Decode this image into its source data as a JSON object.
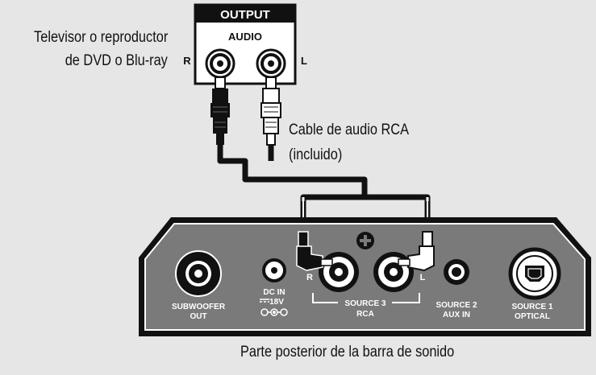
{
  "source_device": {
    "label_line1": "Televisor o reproductor",
    "label_line2": "de DVD o Blu-ray",
    "panel_header": "OUTPUT",
    "panel_sub": "AUDIO",
    "left_channel": "L",
    "right_channel": "R"
  },
  "cable": {
    "label_line1": "Cable de audio RCA",
    "label_line2": "(incluido)"
  },
  "soundbar": {
    "caption": "Parte posterior de la barra de sonido",
    "ports": {
      "subwoofer_line1": "SUBWOOFER",
      "subwoofer_line2": "OUT",
      "dcin_line1": "DC IN",
      "dcin_line2": "18V",
      "source3_line1": "SOURCE 3",
      "source3_line2": "RCA",
      "source3_r": "R",
      "source3_l": "L",
      "source2_line1": "SOURCE 2",
      "source2_line2": "AUX IN",
      "source1_line1": "SOURCE 1",
      "source1_line2": "OPTICAL"
    }
  },
  "colors": {
    "background": "#e6e6e6",
    "panel_fill": "#7a7a7a",
    "outline": "#111111",
    "cable": "#111111",
    "white_plug": "#ffffff"
  }
}
